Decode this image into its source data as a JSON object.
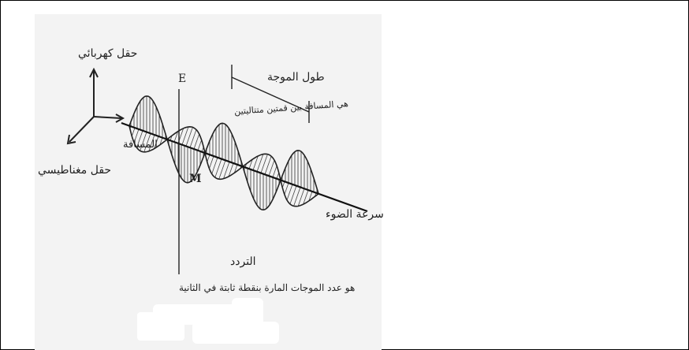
{
  "figure": {
    "labels": {
      "electric_field": "حقل كهربائي",
      "magnetic_field": "حقل مغناطيسي",
      "distance": "المسافة",
      "wavelength": "طول الموجة",
      "wavelength_def": "هي المسافة بين قمتين متتاليتين",
      "speed_of_light": "سرعة الضوء",
      "frequency": "التردد",
      "frequency_def": "هو عدد الموجات المارة بنقطة ثابتة في الثانية",
      "e_symbol": "E",
      "m_symbol": "M"
    },
    "colors": {
      "line": "#222222",
      "background": "#f3f3f3",
      "watermark": "#ffffff"
    }
  }
}
